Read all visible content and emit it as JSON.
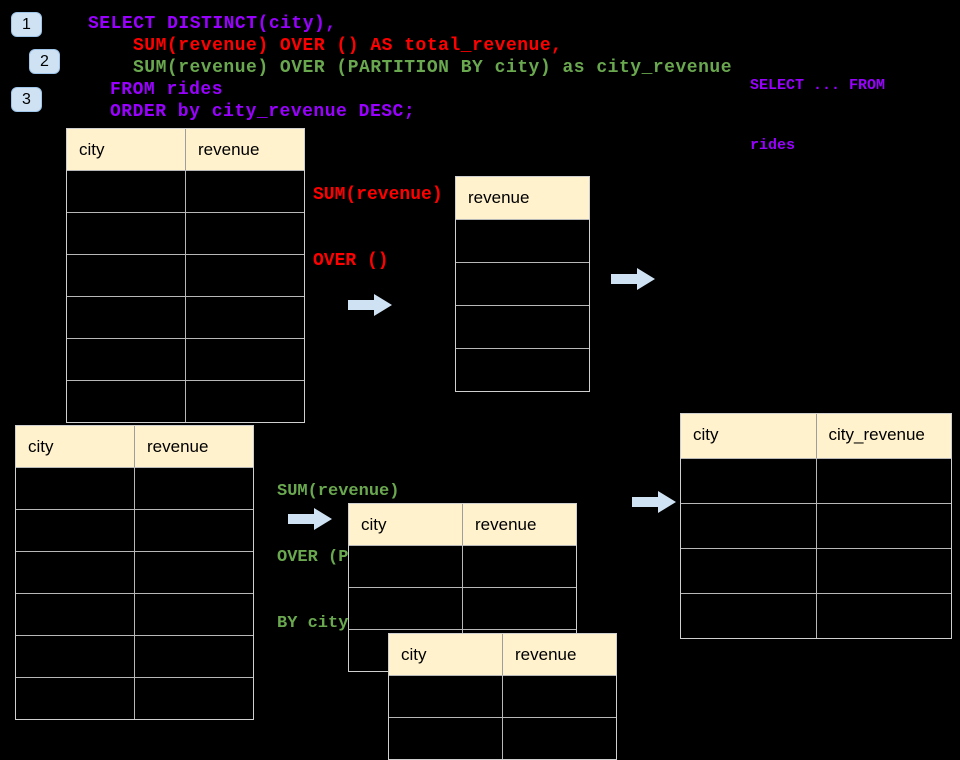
{
  "badges": {
    "items": [
      "1",
      "2",
      "3"
    ]
  },
  "sql_code": {
    "lines": [
      {
        "text": "SELECT DISTINCT(city),",
        "color": "#9900ff"
      },
      {
        "text": "SUM(revenue) OVER () AS total_revenue,",
        "color": "#ff0000"
      },
      {
        "text": "SUM(revenue) OVER (PARTITION BY city) as city_revenue",
        "color": "#6aa84f"
      },
      {
        "text": "FROM rides",
        "color": "#9900ff"
      },
      {
        "text": "ORDER by city_revenue DESC;",
        "color": "#9900ff"
      }
    ]
  },
  "side_note": {
    "line1": "SELECT ... FROM",
    "line2": "rides",
    "color": "#9900ff"
  },
  "annotations": {
    "total_revenue": {
      "lines": [
        "SUM(revenue)",
        "OVER ()"
      ],
      "color": "#ff0000"
    },
    "city_revenue": {
      "lines": [
        "SUM(revenue)",
        "OVER (PARTITION",
        "BY city)"
      ],
      "color": "#6aa84f"
    }
  },
  "tables": {
    "source_top": {
      "headers": [
        "city",
        "revenue"
      ],
      "empty_rows": 6
    },
    "total_revenue": {
      "headers": [
        "revenue"
      ],
      "empty_rows": 4
    },
    "source_bottom": {
      "headers": [
        "city",
        "revenue"
      ],
      "empty_rows": 6
    },
    "partition_a": {
      "headers": [
        "city",
        "revenue"
      ],
      "empty_rows": 3
    },
    "partition_b": {
      "headers": [
        "city",
        "revenue"
      ],
      "empty_rows": 2
    },
    "result": {
      "headers": [
        "city",
        "city_revenue"
      ],
      "empty_rows": 4
    }
  },
  "icons": {
    "flow_arrow": {
      "label": "flow-arrow-icon",
      "color": "#cfe2f3"
    }
  },
  "colors": {
    "background": "#000000",
    "table_header_bg": "#fff2cc",
    "table_border": "#b7b7b7",
    "badge_bg": "#cfe2f3"
  }
}
